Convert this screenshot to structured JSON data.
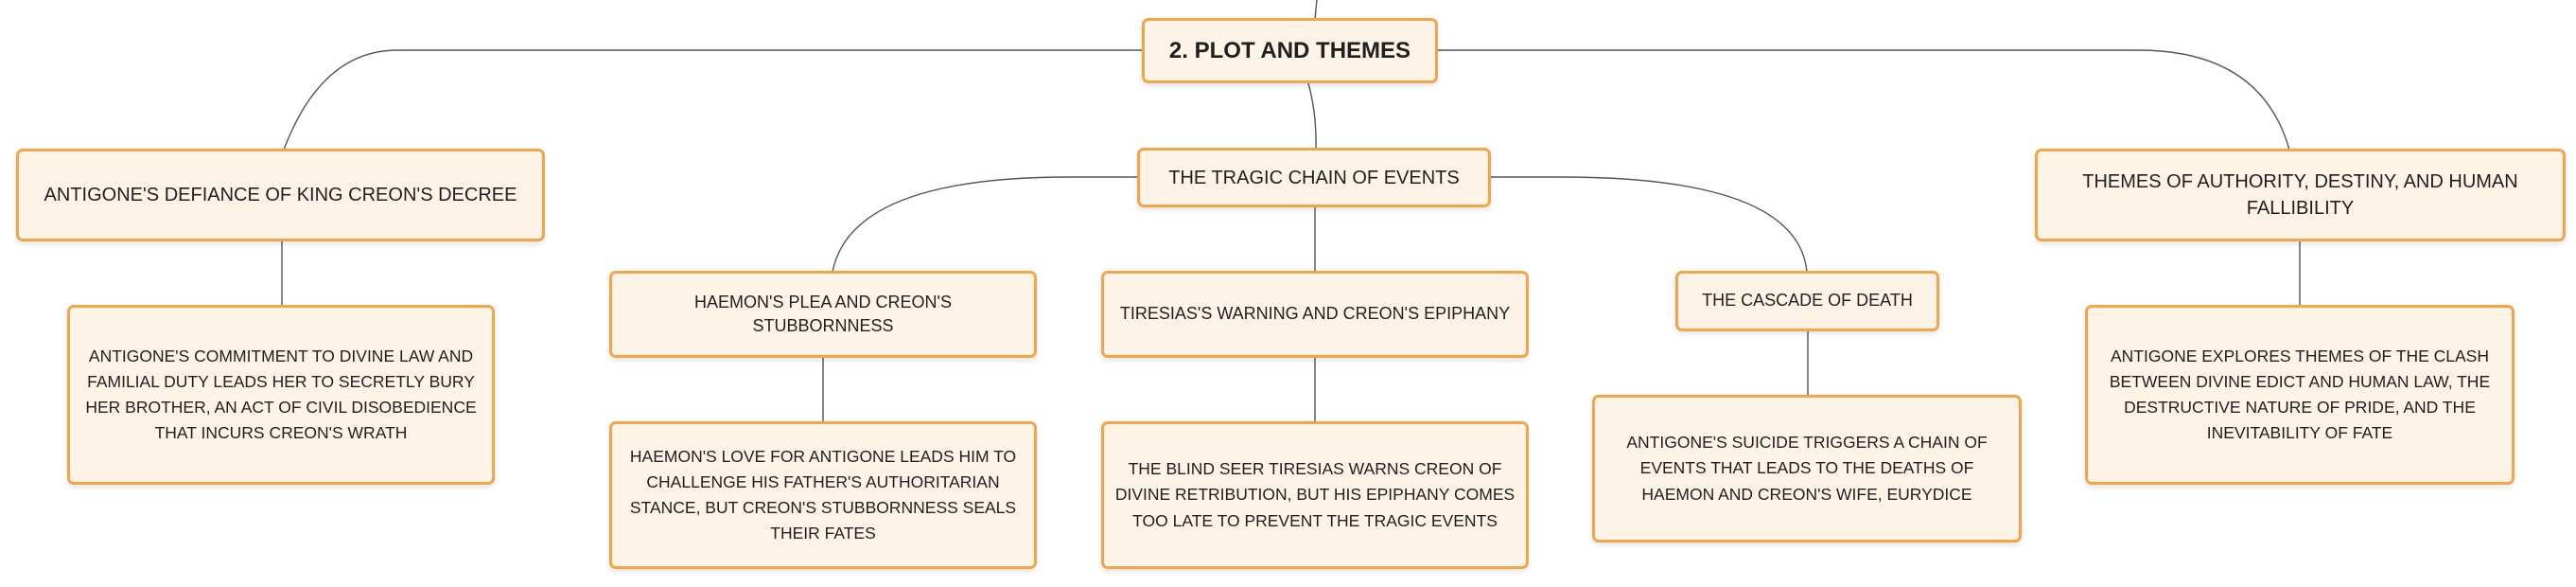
{
  "root": {
    "label": "2. PLOT AND THEMES"
  },
  "branches": [
    {
      "title": "ANTIGONE'S DEFIANCE OF KING CREON'S DECREE",
      "detail": "ANTIGONE'S COMMITMENT TO DIVINE LAW AND FAMILIAL DUTY LEADS HER TO SECRETLY BURY HER BROTHER, AN ACT OF CIVIL DISOBEDIENCE THAT INCURS CREON'S WRATH"
    },
    {
      "title": "THE TRAGIC CHAIN OF EVENTS",
      "children": [
        {
          "title": "HAEMON'S PLEA AND CREON'S STUBBORNNESS",
          "detail": "HAEMON'S LOVE FOR ANTIGONE LEADS HIM TO CHALLENGE HIS FATHER'S AUTHORITARIAN STANCE, BUT CREON'S STUBBORNNESS SEALS THEIR FATES"
        },
        {
          "title": "TIRESIAS'S WARNING AND CREON'S EPIPHANY",
          "detail": "THE BLIND SEER TIRESIAS WARNS CREON OF DIVINE RETRIBUTION, BUT HIS EPIPHANY COMES TOO LATE TO PREVENT THE TRAGIC EVENTS"
        },
        {
          "title": "THE CASCADE OF DEATH",
          "detail": "ANTIGONE'S SUICIDE TRIGGERS A CHAIN OF EVENTS THAT LEADS TO THE DEATHS OF HAEMON AND CREON'S WIFE, EURYDICE"
        }
      ]
    },
    {
      "title": "THEMES OF AUTHORITY, DESTINY, AND HUMAN FALLIBILITY",
      "detail": "ANTIGONE EXPLORES THEMES OF THE CLASH BETWEEN DIVINE EDICT AND HUMAN LAW, THE DESTRUCTIVE NATURE OF PRIDE, AND THE INEVITABILITY OF FATE"
    }
  ],
  "colors": {
    "border": "#f5a547",
    "fill": "#fdf3e7",
    "line": "#555555",
    "text": "#1f1f1f"
  }
}
